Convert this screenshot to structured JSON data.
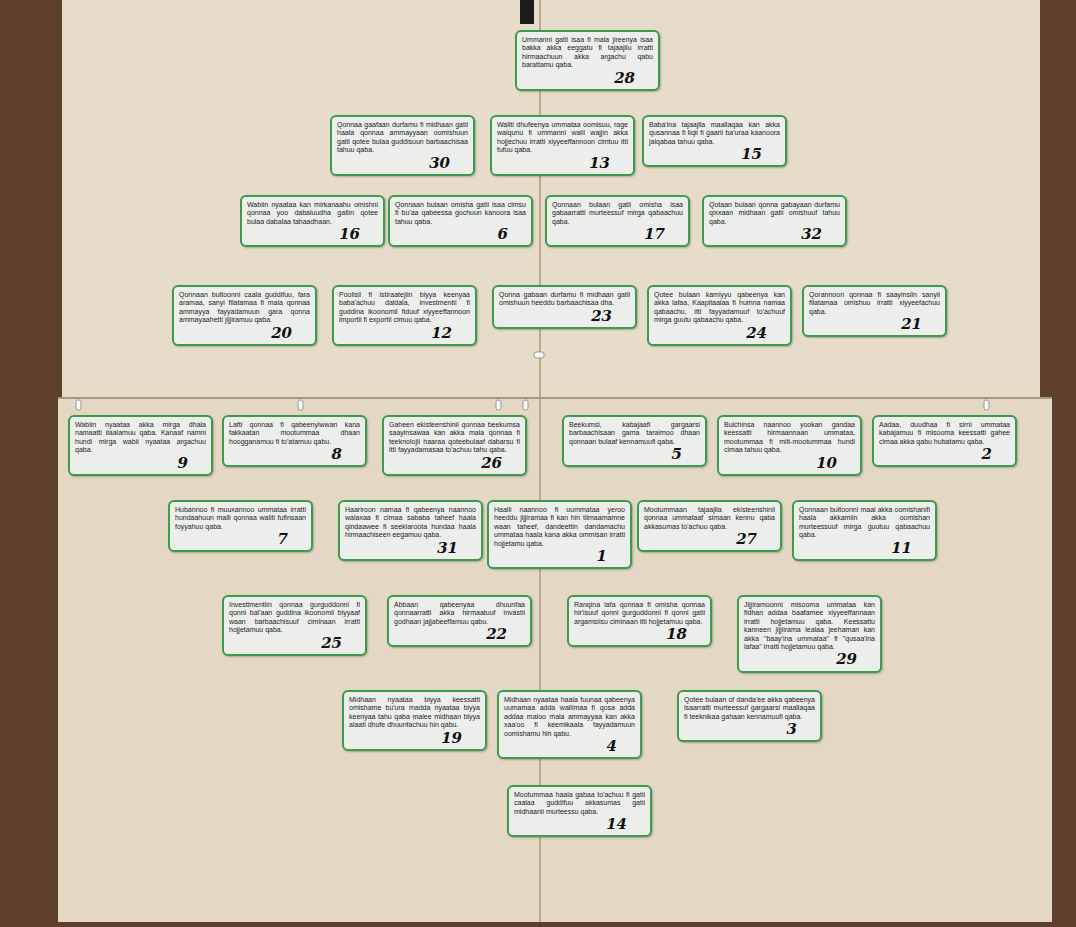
{
  "diagram": {
    "nodes": [
      {
        "text": [
          "Ummanni gatii isaa fi mala jireenya isaa bakka akka eeggatu fi tajaajilu irratti hirmaachuun akka argachu qabu barattamu qaba.",
          "28"
        ]
      },
      {
        "text": [
          "Qonnaa gaafaan durfamu fi midhaan gatii haala qonnaa ammayyaan oomishuun gatii qotee bulaa guddisuun barbaachisaa tahuu qaba.",
          "30"
        ]
      },
      {
        "text": [
          "Waliti dhufeenya ummataa oomisuu, rage walqunu fi ummanni walii wajjin akka hojjechuu irratti xiyyeeffannoon cimtuu itti fufuu qaba.",
          "13"
        ]
      },
      {
        "text": [
          "Baba'ina tajaajila maallaqaa kan akka qusannaa fi liqii fi gaarii ba'uraa kaanoora jalqabaa tahuu qaba.",
          "15"
        ]
      },
      {
        "text": [
          "Wabiin nyaataa kan mirkanaahu omishni qonnaa yoo dabaluudha gatiin qotee bulaa dabalaa tahaadhaan.",
          "16"
        ]
      },
      {
        "text": [
          "Qonnaan bulaan omisha gatii isaa cimsu fi bu'aa qabeessa gochuun kanoora isaa tahuu qaba.",
          "6"
        ]
      },
      {
        "text": [
          "Qonnaan bulaan gatii omisha isaa gabaarratti murteessuf mirga qabaachuu qaba.",
          "17"
        ]
      },
      {
        "text": [
          "Qotaan bulaan qonna gabayaan durfamu qixxaan midhaan gatii omishuuf tahuu qaba.",
          "32"
        ]
      },
      {
        "text": [
          "Qonnaan bultoonni caala guddifuu, fara aramaa, sanyi filatamaa fi mala qonnaa ammayya fayyadamuun gara qonna ammayaahetti jijjiramuu qaba.",
          "20"
        ]
      },
      {
        "text": [
          "Poolisii fi istiraatejiin biyya keenyaa baba'achuu daldala, investmentii fi guddina ikoonomii fiduuf xiyyeeffannoon importii fi exportii cimuu qaba.",
          "12"
        ]
      },
      {
        "text": [
          "Qonna gabaan durfamu fi midhaan gatii omishuun heeddu barbaachisaa dha.",
          "23"
        ]
      },
      {
        "text": [
          "Qotee bulaan kamiyyu qabeenya kan akka lafaa, Kaapitaalaa fi humna namaa qabaachu, itti fayyadamuuf to'achuuf mirga guutu qabaachu qaba.",
          "24"
        ]
      },
      {
        "text": [
          "Qorannoon qonnaa fi saayinsiin sanyii filatamaa omishuu irratti xiyyeefachuu qaba.",
          "21"
        ]
      },
      {
        "text": [
          "Wabiin nyaataa akka mirga dhala namaatti ilaalamuu qaba. Kanaaf namni hundi mirga wabii nyaataa argachuu qaba.",
          "9"
        ]
      },
      {
        "text": [
          "Lafti qonnaa fi qabeenyiwwan kana fakkaatan mootummaa dhaan hoogganamuu fi to'atamuu qabu.",
          "8"
        ]
      },
      {
        "text": [
          "Gaheen ekisteenshinii qonnaa beekumsa saayinsawaa kan akka mala qonnaa fi teeknolojii haaraa qoteebulaaf dabarsu fi itti fayyadamasaa to'achuu tahu qaba.",
          "26"
        ]
      },
      {
        "text": [
          "Beekumsi, kabajaafi gargaarsi barbaachisaan gama taraimoo dhaan qonnaan bulaaf kennamuufi qaba.",
          "5"
        ]
      },
      {
        "text": [
          "Bulchinsa naannoo yookan gandaa keessatti hirmaannaan ummataa, mootummaa fi miti-mootummaa hundi cimaa tahuu qaba.",
          "10"
        ]
      },
      {
        "text": [
          "Aadaa, duudhaa fi sirni ummataa kabajamuu fi misooma keessatti gahee cimaa akka qabu hubatamu qaba.",
          "2"
        ]
      },
      {
        "text": [
          "Hubannoo fi muuxannoo ummataa irratti hundaahuun malli qonnaa waliti fufinsaan foyyahuu qaba.",
          "7"
        ]
      },
      {
        "text": [
          "Haariroon namaa fi qabeenya naannoo walaxaa fi cimaa sababa taheef haala qindaawee fi seeklaroota hundaa haala hirmaachiseen eegamuu qaba.",
          "31"
        ]
      },
      {
        "text": [
          "Haalli naannoo fi uummataa yeroo heeddu jijjiramaa fi kan hin tilmaamamne waan taheef, dandeettin dandamachu ummataa haala kana akka ommisan irratti hojjetamu qaba.",
          "1"
        ]
      },
      {
        "text": [
          "Mootummaan tajaajila ekisteenshinii qonnaa ummataaf simaan kennu qaba akkasumas to'achuu qaba.",
          "27"
        ]
      },
      {
        "text": [
          "Qonnaan bultoonni maal akka oomishanifi haala akkamiin akka oomishan murteessuuf mirga guutuu qabaachuu qaba.",
          "11"
        ]
      },
      {
        "text": [
          "Investimentiin qonnaa gurguddonni fi qonni bal'aan guddina ikoonomii biyyaaf waan barbaachisuuf ciminaan irratti hojjetamuu qaba.",
          "25"
        ]
      },
      {
        "text": [
          "Abbaan qabeenyaa dhuunfaa qonnaarratti akka hirmaatuuf invastii godhaan jajjabeeffamuu qabu.",
          "22"
        ]
      },
      {
        "text": [
          "Ranqina lafa qonnaa fi omisha qonnaa hir'isuuf qonni gurguddonni fi qonni gatii argamsiisu ciminaan itti hojjetamuu qaba.",
          "18"
        ]
      },
      {
        "text": [
          "Jijjiramoonni misooma ummataa kan fidhan addaa baafamee xiyyeeffannaan irratti hojjetamuu qaba. Keessattu kanneen jijjiirama lealaa jeehaman kan akka \"baay'ina ummataa\" fi \"qusaa'ina lafaa\" irratti hojjetamuu qaba.",
          "29"
        ]
      },
      {
        "text": [
          "Midhaan nyaataa biyya keessatti omishame bu'ura madda nyaataa biyya keenyaa tahu qaba malee midhaan biyya alaati dhufe dhuunfachuu hin qabu.",
          "19"
        ]
      },
      {
        "text": [
          "Midhaan nyaataa haala fuunaa qabeenya uumamaa adda waliimaa fi qosa adda addaa maloo mala ammayyaa kan akka xaa'oo fi keemikaala fayyadamuun oomishamu hin qabu.",
          "4"
        ]
      },
      {
        "text": [
          "Qotee bulaan of danda'ee akka qabeenya isaarratti murteessuf gargaarsi maallaqaa fi teeknikaa gahaan kennamuufi qaba.",
          "3"
        ]
      },
      {
        "text": [
          "Mootummaa haala gabaa to'achuu fi gatii caalaa guddifuu akkasumas gatii midhaanii murteessu qaba.",
          "14"
        ]
      }
    ]
  }
}
